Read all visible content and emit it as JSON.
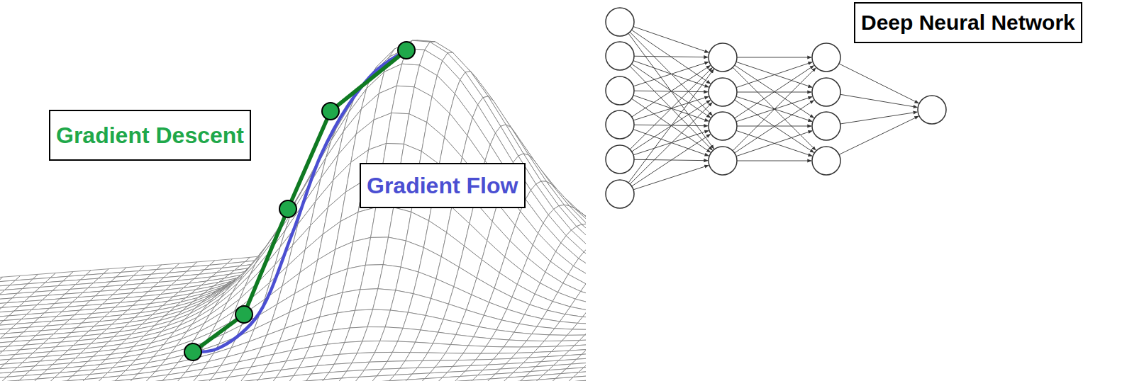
{
  "diagram": {
    "nodes": [
      {
        "text": [
          "Gradient Descent"
        ]
      },
      {
        "text": [
          "Gradient Flow"
        ]
      },
      {
        "text": [
          "Deep Neural Network"
        ]
      }
    ]
  }
}
